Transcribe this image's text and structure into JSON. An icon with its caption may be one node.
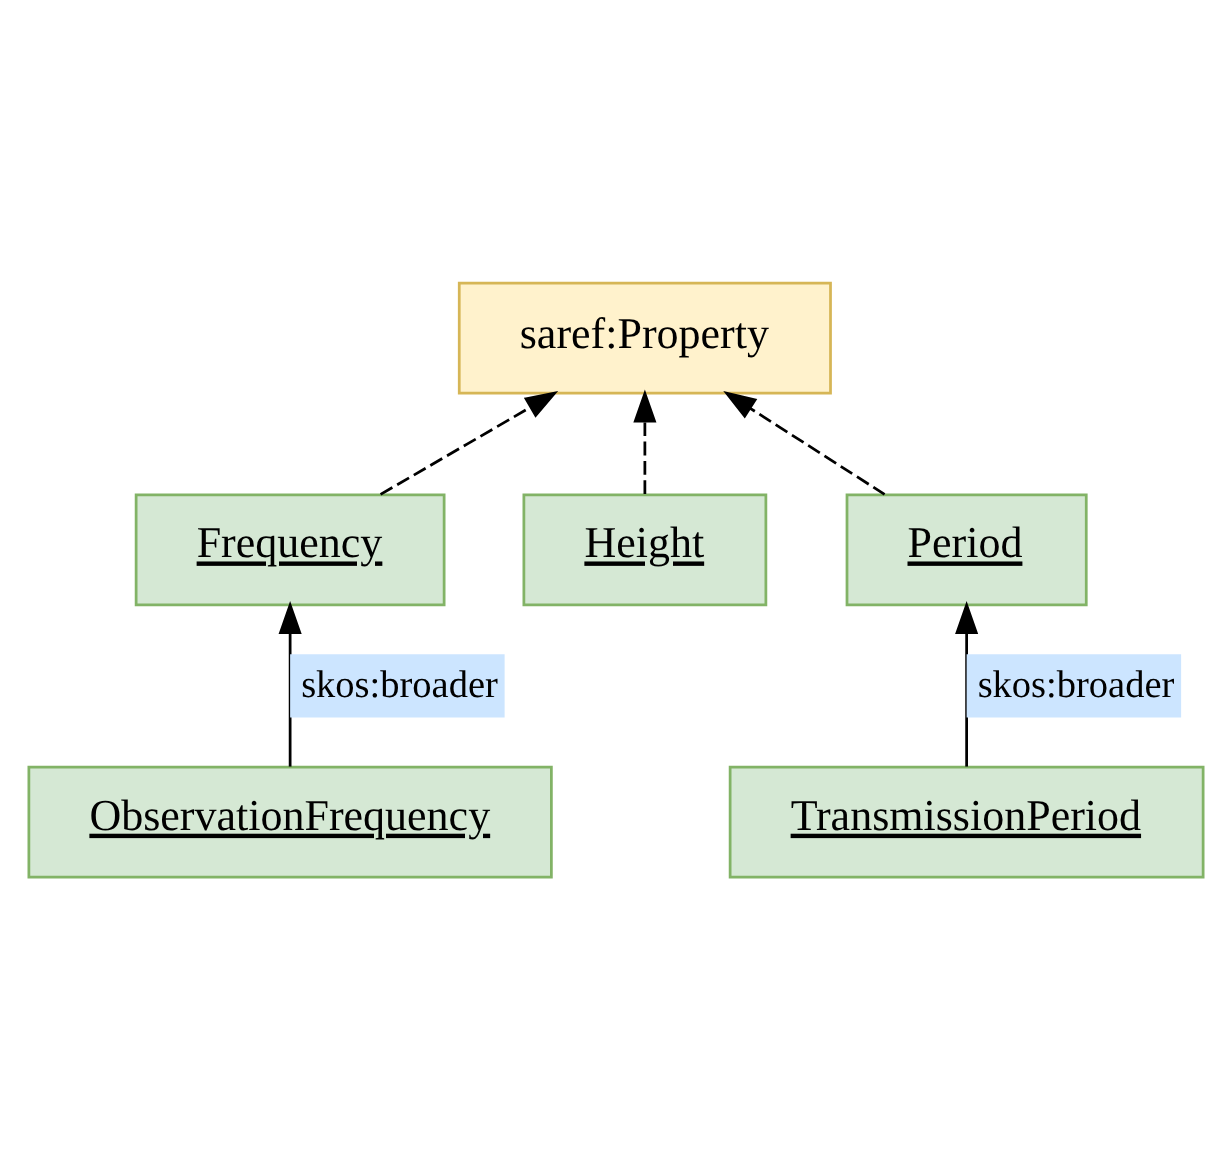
{
  "diagram": {
    "nodes": [
      {
        "text": [
          "saref:Property"
        ]
      },
      {
        "text": [
          "Frequency"
        ]
      },
      {
        "text": [
          "ObservationFrequency"
        ]
      },
      {
        "text": [
          "Height"
        ]
      },
      {
        "text": [
          "Period"
        ]
      },
      {
        "text": [
          "TransmissionPeriod"
        ]
      }
    ],
    "edges": [
      {
        "from": 1,
        "to": 0,
        "arrow": "to",
        "style": "dashed"
      },
      {
        "from": 2,
        "to": 1,
        "arrow": "to",
        "label": "skos:broader"
      },
      {
        "from": 3,
        "to": 0,
        "arrow": "to",
        "style": "dashed"
      },
      {
        "from": 4,
        "to": 0,
        "arrow": "to",
        "style": "dashed"
      },
      {
        "from": 5,
        "to": 4,
        "arrow": "to",
        "label": "skos:broader"
      }
    ]
  }
}
